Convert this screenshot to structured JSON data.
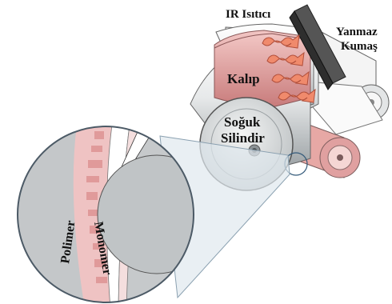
{
  "diagram": {
    "labels": {
      "ir_heater": "IR Isıtıcı",
      "fabric_line1": "Yanmaz",
      "fabric_line2": "Kumaş",
      "mold": "Kalıp",
      "roller_line1": "Soğuk",
      "roller_line2": "Silindir",
      "polymer": "Polimer",
      "monomer": "Monomer"
    },
    "colors": {
      "mold_pink": "#e0a0a0",
      "arrow_fill": "#f08a6c",
      "heater_dark": "#3f3f3f",
      "roller_grey": "#c9cdcf",
      "film_pink": "#efc3c3",
      "inset_grey": "#c6c9cb"
    }
  }
}
